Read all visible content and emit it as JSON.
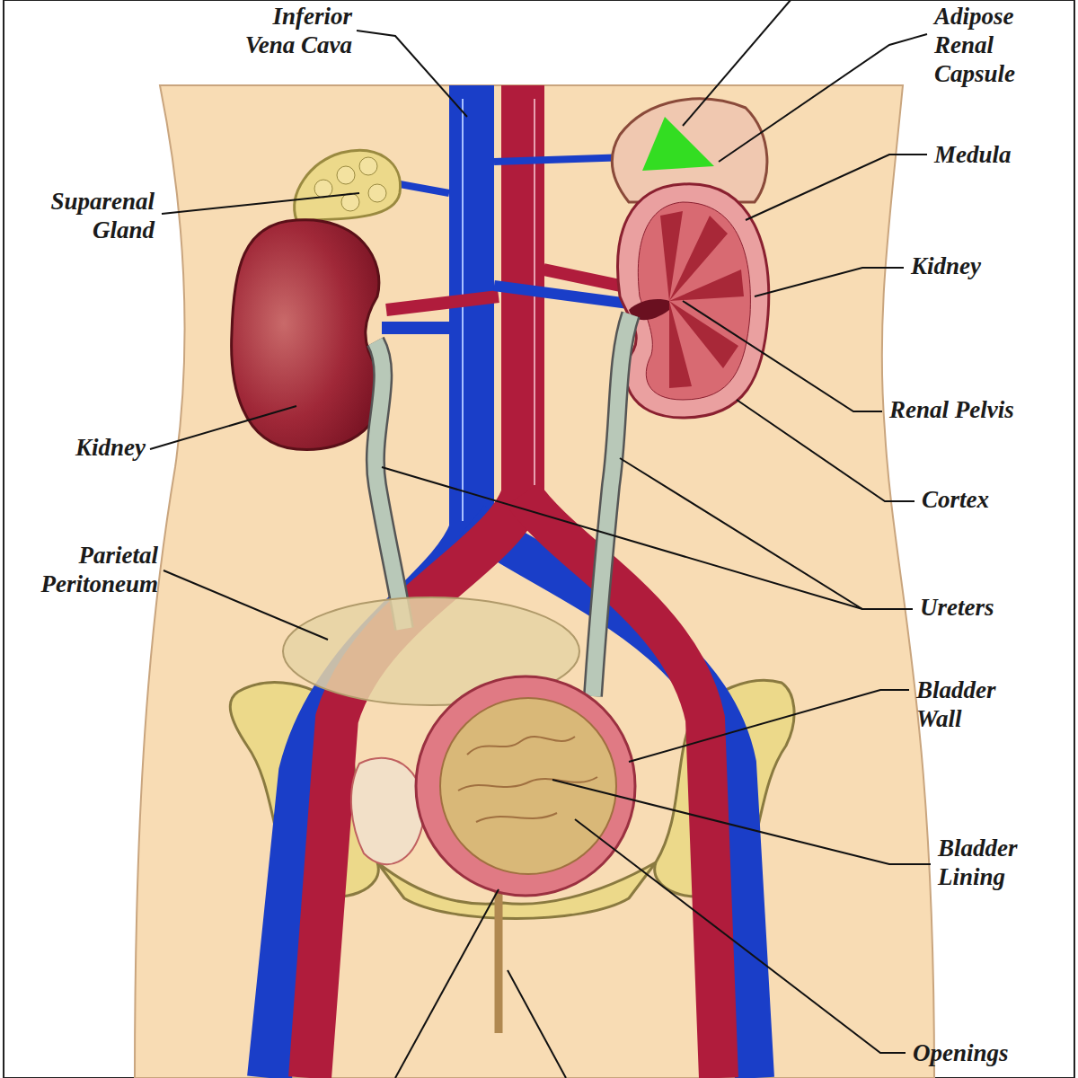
{
  "diagram": {
    "labels": [
      "Inferior Vena Cava",
      "Adipose Renal Capsule",
      "Medula",
      "Suparenal Gland",
      "Kidney",
      "Kidney",
      "Renal Pelvis",
      "Cortex",
      "Parietal Peritoneum",
      "Ureters",
      "Bladder Wall",
      "Bladder Lining",
      "Openings"
    ]
  }
}
